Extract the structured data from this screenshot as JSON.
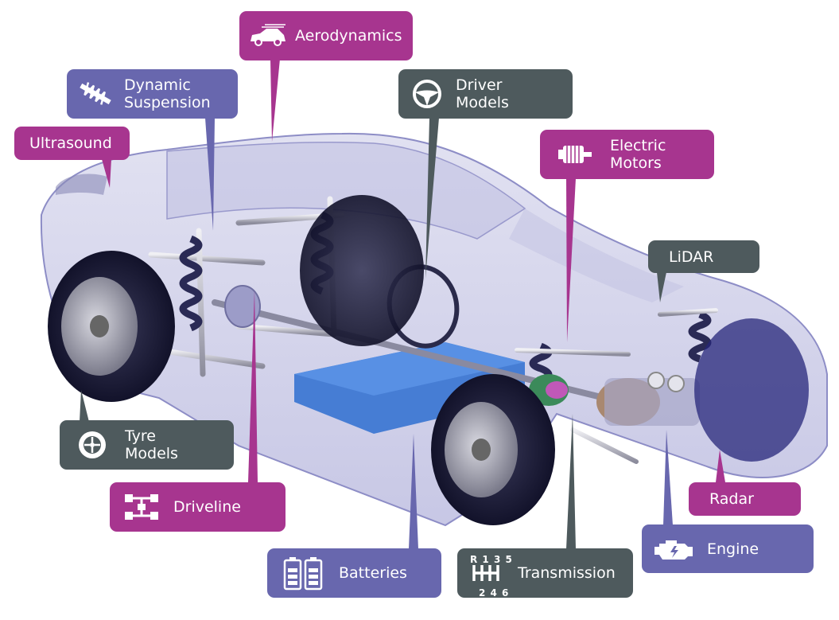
{
  "colors": {
    "magenta": "#a7358f",
    "indigo": "#6867ae",
    "slate": "#4e5a5d",
    "battery_blue": "#2e6fd0",
    "tyre": "#1a1a33"
  },
  "labels": {
    "aerodynamics": {
      "text": "Aerodynamics",
      "icon": "car-airflow-icon"
    },
    "dynamic_suspension": {
      "text": "Dynamic\nSuspension",
      "icon": "coil-spring-icon"
    },
    "driver_models": {
      "text": "Driver\nModels",
      "icon": "steering-wheel-icon"
    },
    "ultrasound": {
      "text": "Ultrasound"
    },
    "electric_motors": {
      "text": "Electric\nMotors",
      "icon": "electric-motor-icon"
    },
    "lidar": {
      "text": "LiDAR"
    },
    "tyre_models": {
      "text": "Tyre\nModels",
      "icon": "tyre-icon"
    },
    "driveline": {
      "text": "Driveline",
      "icon": "driveline-icon"
    },
    "radar": {
      "text": "Radar"
    },
    "engine": {
      "text": "Engine",
      "icon": "engine-icon"
    },
    "batteries": {
      "text": "Batteries",
      "icon": "battery-icon"
    },
    "transmission": {
      "text": "Transmission",
      "icon": "gear-shift-icon",
      "gear_top": "R 1 3 5",
      "gear_bottom": "2 4 6"
    }
  }
}
